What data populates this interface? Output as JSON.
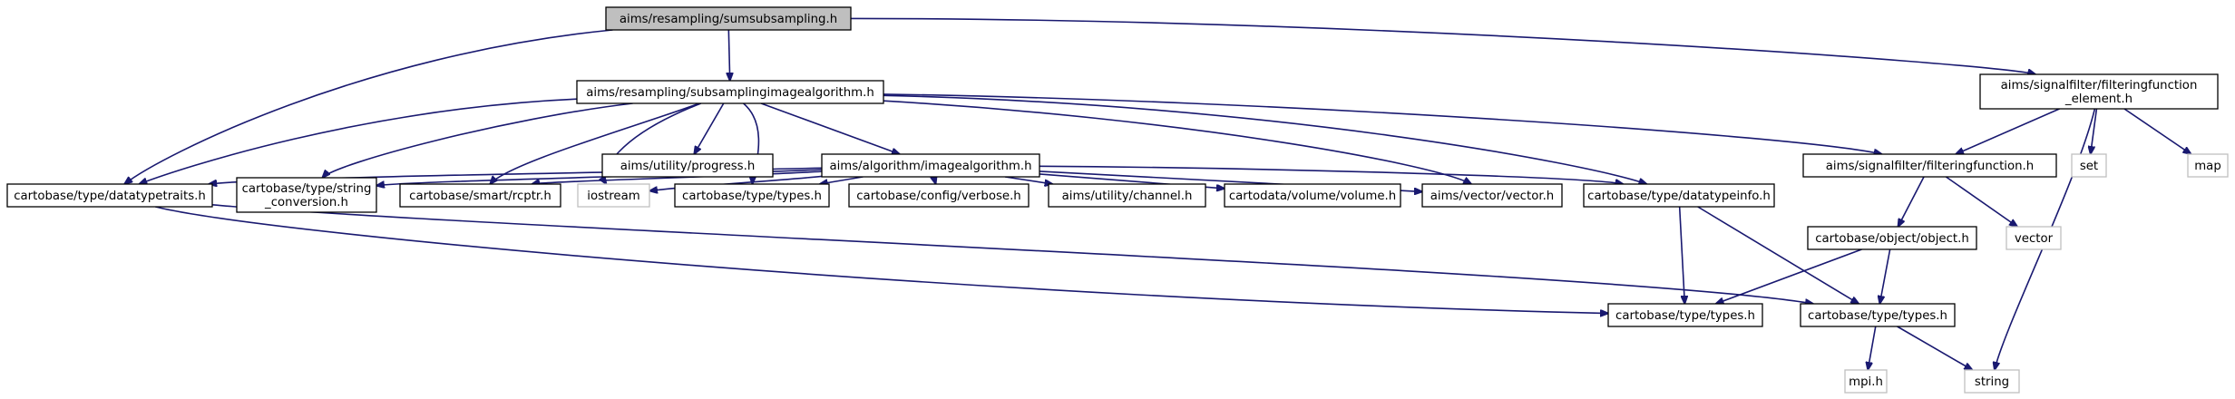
{
  "graph": {
    "colors": {
      "edge": "#191970",
      "root_fill": "#bfbfbf",
      "node_border": "#000000",
      "external_border": "#bfbfbf"
    },
    "nodes": [
      {
        "id": "n_root",
        "label": "aims/resampling/sumsubsampling.h",
        "kind": "root"
      },
      {
        "id": "n_subalg",
        "label": "aims/resampling/subsamplingimagealgorithm.h",
        "kind": "file"
      },
      {
        "id": "n_ffelem",
        "label": "aims/signalfilter/filteringfunction\n_element.h",
        "kind": "file"
      },
      {
        "id": "n_dtt",
        "label": "cartobase/type/datatypetraits.h",
        "kind": "file"
      },
      {
        "id": "n_strconv",
        "label": "cartobase/type/string\n_conversion.h",
        "kind": "file"
      },
      {
        "id": "n_rcptr",
        "label": "cartobase/smart/rcptr.h",
        "kind": "file"
      },
      {
        "id": "n_iostream",
        "label": "iostream",
        "kind": "external"
      },
      {
        "id": "n_progress",
        "label": "aims/utility/progress.h",
        "kind": "file"
      },
      {
        "id": "n_typesA",
        "label": "cartobase/type/types.h",
        "kind": "file"
      },
      {
        "id": "n_imgalg",
        "label": "aims/algorithm/imagealgorithm.h",
        "kind": "file"
      },
      {
        "id": "n_verbose",
        "label": "cartobase/config/verbose.h",
        "kind": "file"
      },
      {
        "id": "n_channel",
        "label": "aims/utility/channel.h",
        "kind": "file"
      },
      {
        "id": "n_volume",
        "label": "cartodata/volume/volume.h",
        "kind": "file"
      },
      {
        "id": "n_vector",
        "label": "aims/vector/vector.h",
        "kind": "file"
      },
      {
        "id": "n_dtinfo",
        "label": "cartobase/type/datatypeinfo.h",
        "kind": "file"
      },
      {
        "id": "n_filterfn",
        "label": "aims/signalfilter/filteringfunction.h",
        "kind": "file"
      },
      {
        "id": "n_set",
        "label": "set",
        "kind": "external"
      },
      {
        "id": "n_map",
        "label": "map",
        "kind": "external"
      },
      {
        "id": "n_object",
        "label": "cartobase/object/object.h",
        "kind": "file"
      },
      {
        "id": "n_vectorstd",
        "label": "vector",
        "kind": "external"
      },
      {
        "id": "n_typesB",
        "label": "cartobase/type/types.h",
        "kind": "file"
      },
      {
        "id": "n_typesC",
        "label": "cartobase/type/types.h",
        "kind": "file"
      },
      {
        "id": "n_mpi",
        "label": "mpi.h",
        "kind": "external"
      },
      {
        "id": "n_string",
        "label": "string",
        "kind": "external"
      }
    ]
  }
}
